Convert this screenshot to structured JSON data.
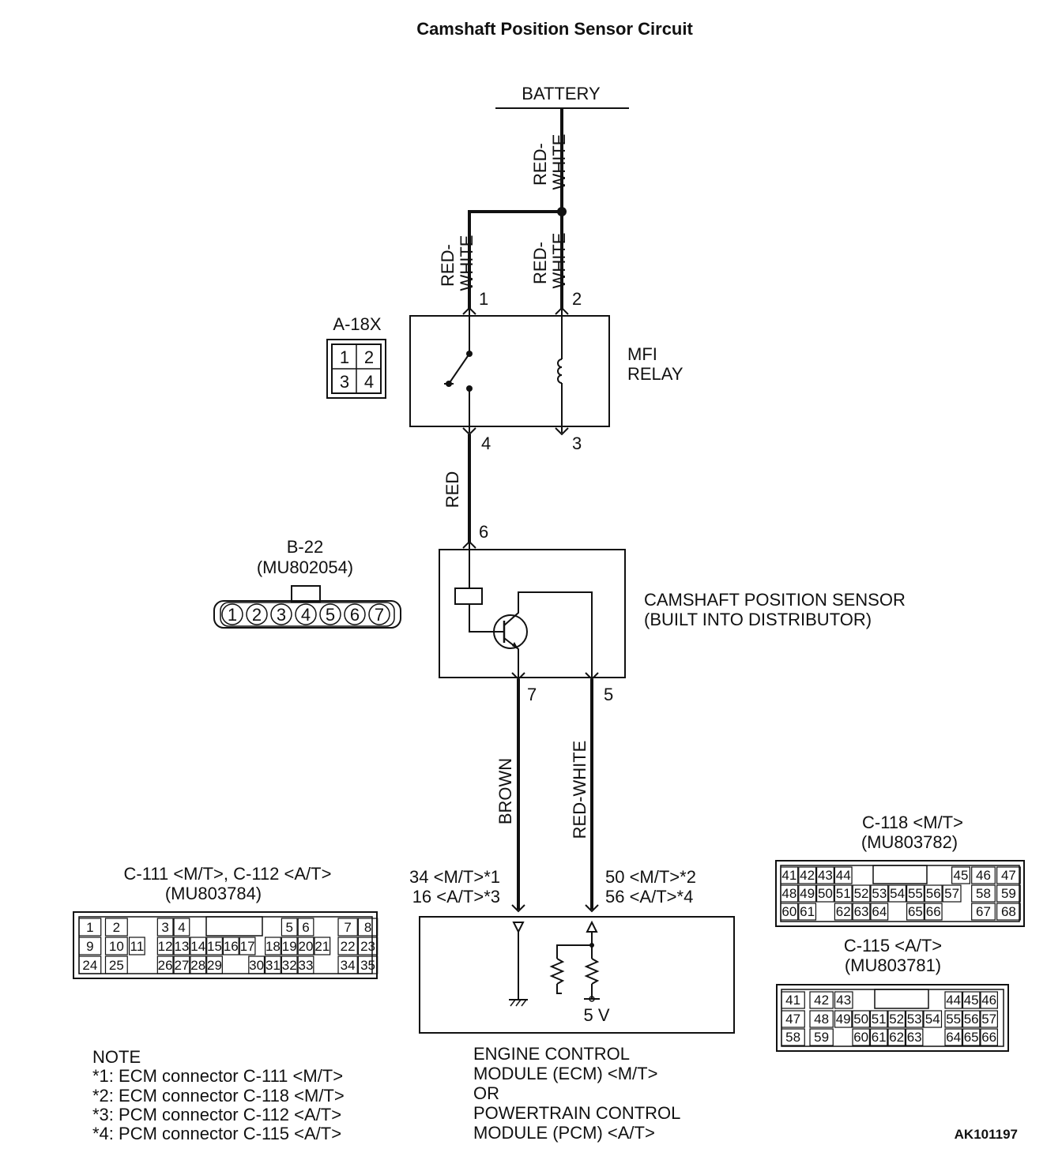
{
  "title": "Camshaft Position Sensor Circuit",
  "battery": {
    "label": "BATTERY"
  },
  "wires": {
    "battery_main": "RED-\nWHITE",
    "relay_1": "RED-\nWHITE",
    "relay_2": "RED-\nWHITE",
    "relay_to_sensor": "RED",
    "sensor_7": "BROWN",
    "sensor_5": "RED-WHITE"
  },
  "relay": {
    "name_line1": "MFI",
    "name_line2": "RELAY",
    "connector": "A-18X",
    "pins": [
      "1",
      "2",
      "4",
      "3"
    ],
    "connector_face": [
      "1",
      "2",
      "3",
      "4"
    ]
  },
  "sensor": {
    "name_line1": "CAMSHAFT POSITION SENSOR",
    "name_line2": "(BUILT INTO DISTRIBUTOR)",
    "connector": "B-22",
    "part": "(MU802054)",
    "pins": [
      "6",
      "7",
      "5"
    ],
    "connector_face": [
      "1",
      "2",
      "3",
      "4",
      "5",
      "6",
      "7"
    ]
  },
  "ecm": {
    "pin_left_line1": "34 <M/T>*1",
    "pin_left_line2": "16 <A/T>*3",
    "pin_right_line1": "50 <M/T>*2",
    "pin_right_line2": "56 <A/T>*4",
    "voltage": "5 V",
    "desc": [
      "ENGINE CONTROL",
      "MODULE (ECM) <M/T>",
      "OR",
      "POWERTRAIN CONTROL",
      "MODULE (PCM) <A/T>"
    ]
  },
  "conn_c111": {
    "title": "C-111 <M/T>, C-112 <A/T>",
    "part": "(MU803784)",
    "row1": [
      "1",
      "2",
      "3",
      "4",
      "5",
      "6",
      "7",
      "8"
    ],
    "row2": [
      "9",
      "10",
      "11",
      "12",
      "13",
      "14",
      "15",
      "16",
      "17",
      "18",
      "19",
      "20",
      "21",
      "22",
      "23"
    ],
    "row3": [
      "24",
      "25",
      "26",
      "27",
      "28",
      "29",
      "30",
      "31",
      "32",
      "33",
      "34",
      "35"
    ]
  },
  "conn_c118": {
    "title": "C-118 <M/T>",
    "part": "(MU803782)",
    "row1": [
      "41",
      "42",
      "43",
      "44",
      "45",
      "46",
      "47"
    ],
    "row2": [
      "48",
      "49",
      "50",
      "51",
      "52",
      "53",
      "54",
      "55",
      "56",
      "57",
      "58",
      "59"
    ],
    "row3": [
      "60",
      "61",
      "62",
      "63",
      "64",
      "65",
      "66",
      "67",
      "68"
    ]
  },
  "conn_c115": {
    "title": "C-115 <A/T>",
    "part": "(MU803781)",
    "row1": [
      "41",
      "42",
      "43",
      "44",
      "45",
      "46"
    ],
    "row2": [
      "47",
      "48",
      "49",
      "50",
      "51",
      "52",
      "53",
      "54",
      "55",
      "56",
      "57"
    ],
    "row3": [
      "58",
      "59",
      "60",
      "61",
      "62",
      "63",
      "64",
      "65",
      "66"
    ]
  },
  "note": {
    "heading": "NOTE",
    "items": [
      "*1: ECM connector C-111 <M/T>",
      "*2: ECM connector C-118 <M/T>",
      "*3: PCM connector C-112 <A/T>",
      "*4: PCM connector C-115 <A/T>"
    ]
  },
  "figure_id": "AK101197"
}
